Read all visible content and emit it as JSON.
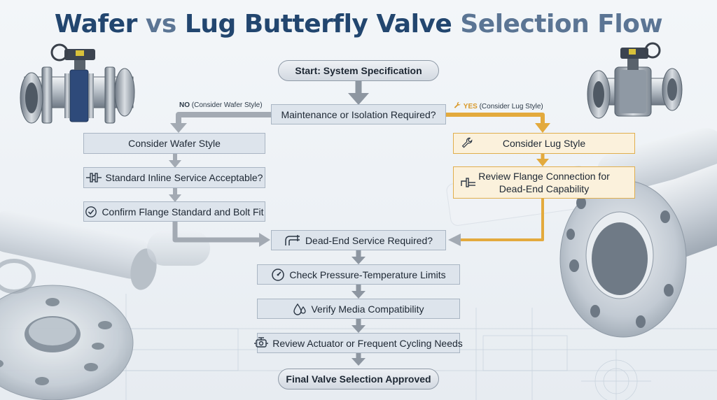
{
  "title": {
    "part1": "Wafer",
    "part2": "vs",
    "part3": "Lug Butterfly Valve",
    "part4": "Selection Flow"
  },
  "nodes": {
    "start": "Start: System Specification",
    "decision": "Maintenance or Isolation Required?",
    "no_label": "NO",
    "no_note": "(Consider Wafer Style)",
    "yes_label": "YES",
    "yes_note": "(Consider Lug Style)",
    "wafer": "Consider Wafer Style",
    "inline": "Standard Inline Service Acceptable?",
    "flange_fit": "Confirm Flange Standard and Bolt Fit",
    "lug": "Consider Lug Style",
    "review_flange_line1": "Review Flange Connection for",
    "review_flange_line2": "Dead-End Capability",
    "dead_end": "Dead-End Service Required?",
    "pressure": "Check Pressure-Temperature Limits",
    "media": "Verify Media Compatibility",
    "actuator": "Review Actuator or Frequent Cycling Needs",
    "final": "Final Valve Selection Approved"
  },
  "icons": {
    "decision_yes": "wrench-icon",
    "inline": "inline-valve-icon",
    "flange_fit": "check-circle-icon",
    "lug": "wrench-icon",
    "review_flange": "pipe-flange-icon",
    "dead_end": "elbow-pipe-icon",
    "pressure": "gauge-icon",
    "media": "droplets-icon",
    "actuator": "actuator-icon"
  },
  "colors": {
    "title_dark": "#22466f",
    "title_light": "#5b7594",
    "wafer_path": "#a3aab3",
    "lug_path": "#e3aa3d",
    "box_fill": "#dde4ec",
    "lug_box_fill": "#fbf1dc"
  }
}
